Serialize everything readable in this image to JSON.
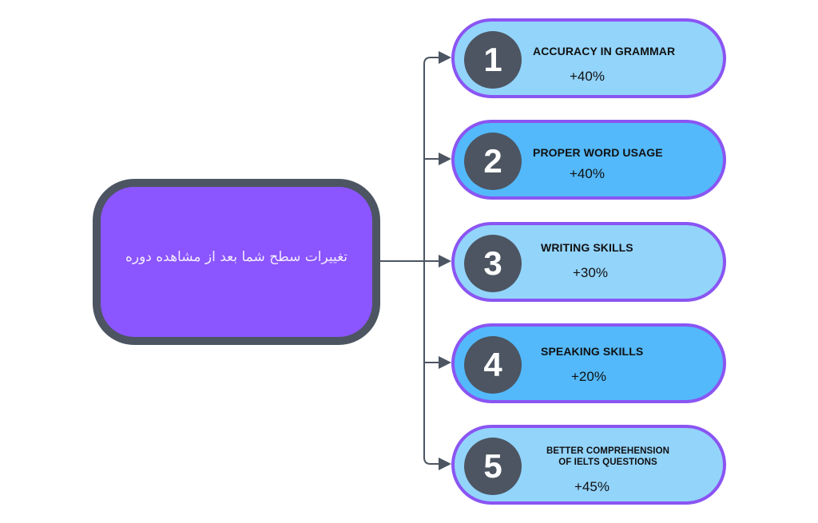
{
  "root": {
    "label": "تغییرات سطح شما بعد از مشاهده دوره"
  },
  "items": [
    {
      "number": "1",
      "title": "ACCURACY IN GRAMMAR",
      "value": "+40%"
    },
    {
      "number": "2",
      "title": "PROPER WORD USAGE",
      "value": "+40%"
    },
    {
      "number": "3",
      "title": "WRITING SKILLS",
      "value": "+30%"
    },
    {
      "number": "4",
      "title": "SPEAKING SKILLS",
      "value": "+20%"
    },
    {
      "number": "5",
      "title_line1": "BETTER COMPREHENSION",
      "title_line2": "OF IELTS QUESTIONS",
      "value": "+45%"
    }
  ],
  "colors": {
    "root_fill": "#8b55ff",
    "root_border": "#4c5561",
    "node_border": "#8a55f2",
    "node_light": "#93d4fb",
    "node_dark": "#53b9fb",
    "badge": "#4c5561",
    "connector": "#4c5561"
  }
}
